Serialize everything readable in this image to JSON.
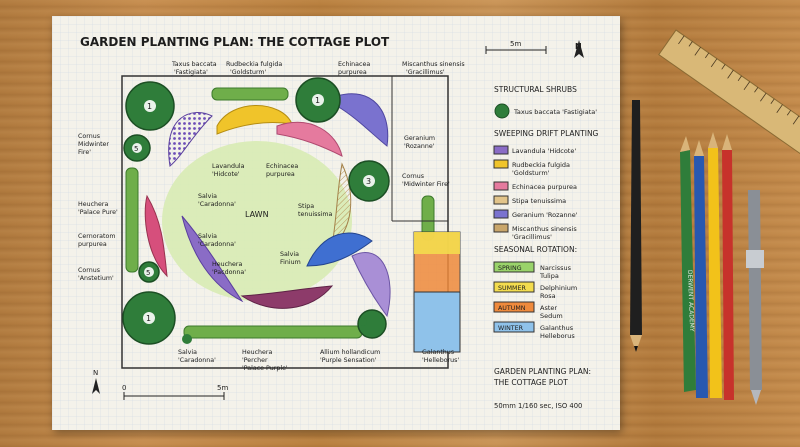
{
  "title": "GARDEN PLANTING PLAN: THE COTTAGE PLOT",
  "scale_top": "5m",
  "north": "N",
  "lawn": "LAWN",
  "plan_labels": [
    {
      "lines": [
        "Taxus baccata",
        "'Fastigiata'"
      ]
    },
    {
      "lines": [
        "Rudbeckia fulgida",
        "'Goldsturm'"
      ]
    },
    {
      "lines": [
        "Echinacea",
        "purpurea"
      ]
    },
    {
      "lines": [
        "Miscanthus sinensis",
        "'Gracillimus'"
      ]
    },
    {
      "lines": [
        "Cornus",
        "Midwinter",
        "Fire'"
      ]
    },
    {
      "lines": [
        "Lavandula",
        "'Hidcote'"
      ]
    },
    {
      "lines": [
        "Echinacea",
        "purpurea"
      ]
    },
    {
      "lines": [
        "Geranium",
        "'Rozanne'"
      ]
    },
    {
      "lines": [
        "Cornus",
        "'Midwinter Fire'"
      ]
    },
    {
      "lines": [
        "Salvia",
        "'Caradonna'"
      ]
    },
    {
      "lines": [
        "Heuchera",
        "'Palace Pure'"
      ]
    },
    {
      "lines": [
        "Stipa",
        "tenuissima"
      ]
    },
    {
      "lines": [
        "Salvia",
        "'Caradonna'"
      ]
    },
    {
      "lines": [
        "Cernoratom",
        "purpurea"
      ]
    },
    {
      "lines": [
        "Salvia",
        "Finium"
      ]
    },
    {
      "lines": [
        "Heuchera",
        "'Pacdonna'"
      ]
    },
    {
      "lines": [
        "Cornus",
        "'Anstetium'"
      ]
    },
    {
      "lines": [
        "Salvia",
        "'Caradonna'"
      ]
    },
    {
      "lines": [
        "Heuchera",
        "'Percher",
        "'Palace Purple'"
      ]
    },
    {
      "lines": [
        "Allium hollandicum",
        "'Purple Sensation'"
      ]
    },
    {
      "lines": [
        "Galanthus",
        "'Helleborus'"
      ]
    }
  ],
  "legend": {
    "structural_title": "STRUCTURAL SHRUBS",
    "structural_item": "Taxus baccata 'Fastigiata'",
    "drift_title": "SWEEPING DRIFT PLANTING",
    "drift_items": [
      {
        "lines": [
          "Lavandula 'Hidcote'"
        ],
        "color": "#8a6cc6"
      },
      {
        "lines": [
          "Rudbeckia fulgida",
          "'Goldsturm'"
        ],
        "color": "#f0c42a"
      },
      {
        "lines": [
          "Echinacea purpurea"
        ],
        "color": "#e57a9e"
      },
      {
        "lines": [
          "Stipa tenuissima"
        ],
        "color": "#e2c48a"
      },
      {
        "lines": [
          "Geranium 'Rozanne'"
        ],
        "color": "#7a72cf"
      },
      {
        "lines": [
          "Miscanthus sinensis",
          "'Gracillimus'"
        ],
        "color": "#c9a66b"
      }
    ],
    "seasonal_title": "SEASONAL ROTATION:",
    "seasons": [
      {
        "tag": "SPRING",
        "plants": [
          "Narcissus",
          "Tulipa"
        ],
        "color": "#9ad36a"
      },
      {
        "tag": "SUMMER",
        "plants": [
          "Delphinium",
          "Rosa"
        ],
        "color": "#f3dc4e"
      },
      {
        "tag": "AUTUMN",
        "plants": [
          "Aster",
          "Sedum"
        ],
        "color": "#ef8a3c"
      },
      {
        "tag": "WINTER",
        "plants": [
          "Galanthus",
          "Helleborus"
        ],
        "color": "#8fc2ea"
      }
    ],
    "footer_title": [
      "GARDEN PLANTING PLAN:",
      "THE COTTAGE PLOT"
    ],
    "exif": "50mm    1/160 sec, ISO 400"
  },
  "scale_bottom": {
    "n": "N",
    "zero": "0",
    "five": "5m"
  },
  "circle_numbers": [
    "1",
    "5",
    "1",
    "5",
    "1",
    "3"
  ],
  "pencil_text": "DERWENT ACADEMY",
  "colors": {
    "paper": "#f4f2ea",
    "grid": "#c9d6e3",
    "hedge": "#6fae4a",
    "shrub": "#2f7d3a",
    "lawn": "#d8ebb4"
  }
}
